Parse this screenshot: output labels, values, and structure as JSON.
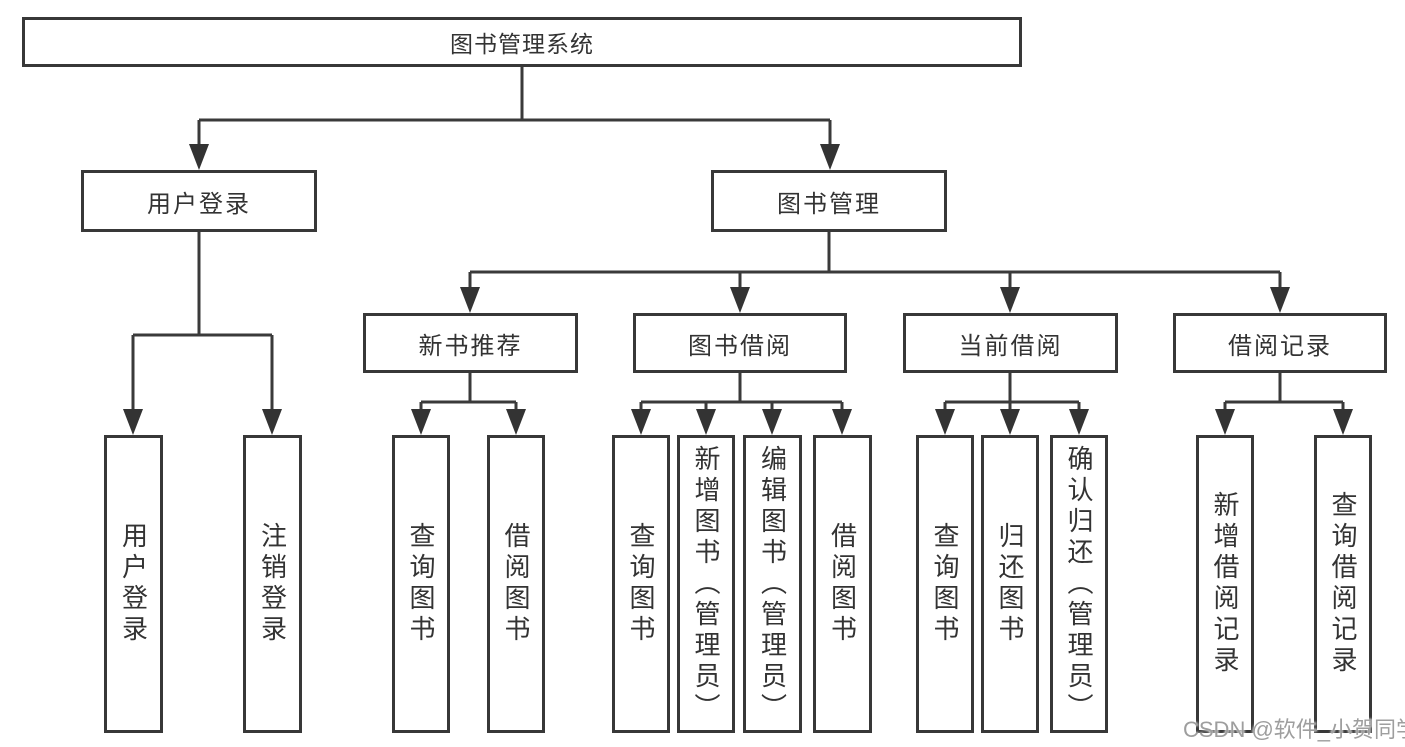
{
  "tree": {
    "label": "图书管理系统",
    "children": [
      {
        "label": "用户登录",
        "children": [
          {
            "label": "用户登录"
          },
          {
            "label": "注销登录"
          }
        ]
      },
      {
        "label": "图书管理",
        "children": [
          {
            "label": "新书推荐",
            "children": [
              {
                "label": "查询图书"
              },
              {
                "label": "借阅图书"
              }
            ]
          },
          {
            "label": "图书借阅",
            "children": [
              {
                "label": "查询图书"
              },
              {
                "label": "新增图书（管理员）"
              },
              {
                "label": "编辑图书（管理员）"
              },
              {
                "label": "借阅图书"
              }
            ]
          },
          {
            "label": "当前借阅",
            "children": [
              {
                "label": "查询图书"
              },
              {
                "label": "归还图书"
              },
              {
                "label": "确认归还（管理员）"
              }
            ]
          },
          {
            "label": "借阅记录",
            "children": [
              {
                "label": "新增借阅记录"
              },
              {
                "label": "查询借阅记录"
              }
            ]
          }
        ]
      }
    ]
  },
  "watermark": "CSDN @软件_小贺同学",
  "colors": {
    "line": "#3a3a3a",
    "box_border": "#383838",
    "text": "#333333",
    "watermark": "#9e9e9e"
  }
}
